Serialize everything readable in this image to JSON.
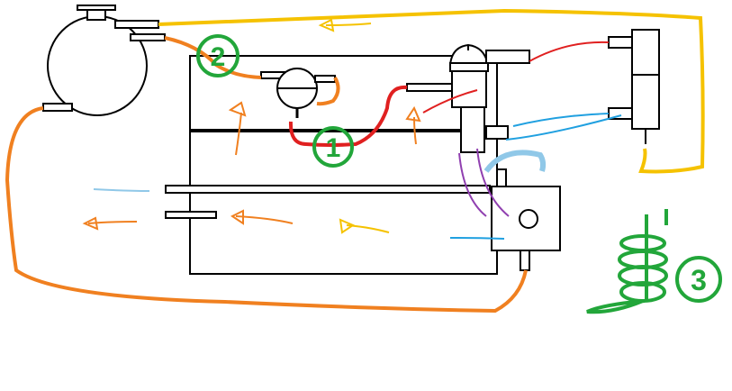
{
  "diagram": {
    "markers": [
      {
        "id": "marker-1",
        "label": "1"
      },
      {
        "id": "marker-2",
        "label": "2"
      },
      {
        "id": "marker-3",
        "label": "3"
      }
    ],
    "colors": {
      "outline": "#000000",
      "yellow_line": "#f5c200",
      "orange_line": "#f08020",
      "red_line": "#e02020",
      "blue_line": "#20a0e0",
      "light_blue_line": "#90c8e8",
      "purple_line": "#9040b0",
      "green_marker": "#22a63a"
    }
  }
}
